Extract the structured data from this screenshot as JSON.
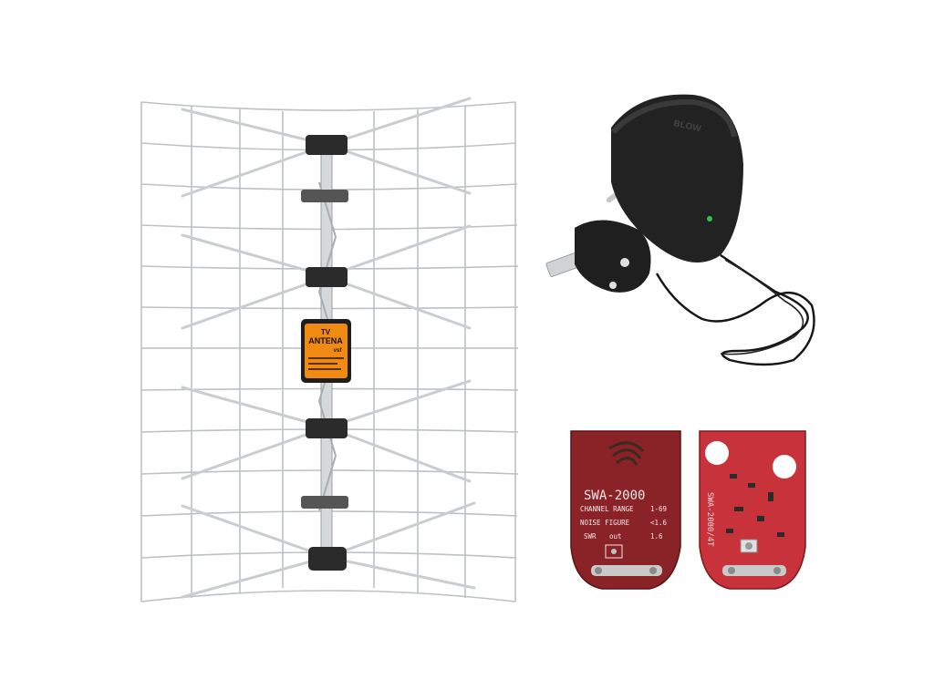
{
  "antenna": {
    "label_title_1": "TV",
    "label_title_2": "ANTENA",
    "label_brand": "vsf"
  },
  "adapter": {
    "brand": "BLOW"
  },
  "board_front": {
    "model": "SWA-2000",
    "line1_key": "CHANNEL RANGE",
    "line1_val": "1-69",
    "line2_key": "NOISE FIGURE",
    "line2_val": "<1.6",
    "line3_key": "SWR",
    "line3_mid": "out",
    "line3_val": "1.6"
  },
  "board_back": {
    "model": "SWA-2000/4T"
  },
  "colors": {
    "wire": "#bfc4c8",
    "plastic": "#2a2a2a",
    "label_orange": "#f08a12",
    "pcb_front": "#8a2327",
    "pcb_back": "#c8323a"
  }
}
